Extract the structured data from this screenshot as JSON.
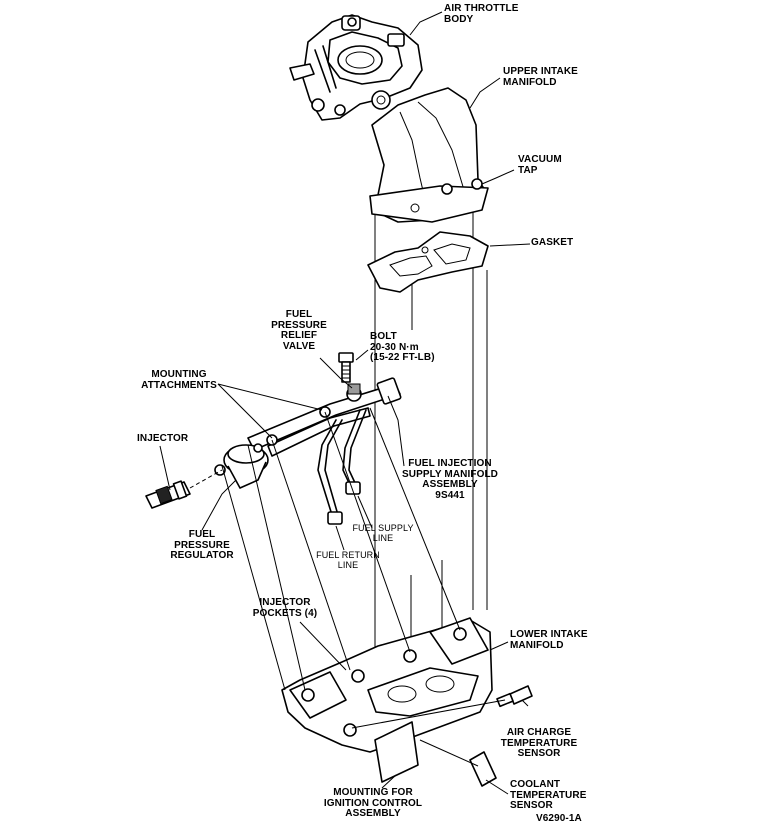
{
  "labels": {
    "air_throttle_body": "AIR THROTTLE\nBODY",
    "upper_intake_manifold": "UPPER INTAKE\nMANIFOLD",
    "vacuum_tap": "VACUUM\nTAP",
    "gasket": "GASKET",
    "fuel_pressure_relief_valve": "FUEL\nPRESSURE\nRELIEF\nVALVE",
    "bolt": "BOLT\n20-30 N·m\n(15-22 FT-LB)",
    "mounting_attachments": "MOUNTING\nATTACHMENTS",
    "injector": "INJECTOR",
    "fuel_injection_supply_manifold": "FUEL INJECTION\nSUPPLY MANIFOLD\nASSEMBLY\n9S441",
    "fuel_pressure_regulator": "FUEL\nPRESSURE\nREGULATOR",
    "fuel_supply_line": "FUEL SUPPLY\nLINE",
    "fuel_return_line": "FUEL RETURN\nLINE",
    "injector_pockets": "INJECTOR\nPOCKETS (4)",
    "lower_intake_manifold": "LOWER INTAKE\nMANIFOLD",
    "air_charge_temperature_sensor": "AIR CHARGE\nTEMPERATURE\nSENSOR",
    "mounting_for_ignition_control": "MOUNTING FOR\nIGNITION CONTROL\nASSEMBLY",
    "coolant_temperature_sensor": "COOLANT\nTEMPERATURE\nSENSOR",
    "figure_code": "V6290-1A"
  }
}
